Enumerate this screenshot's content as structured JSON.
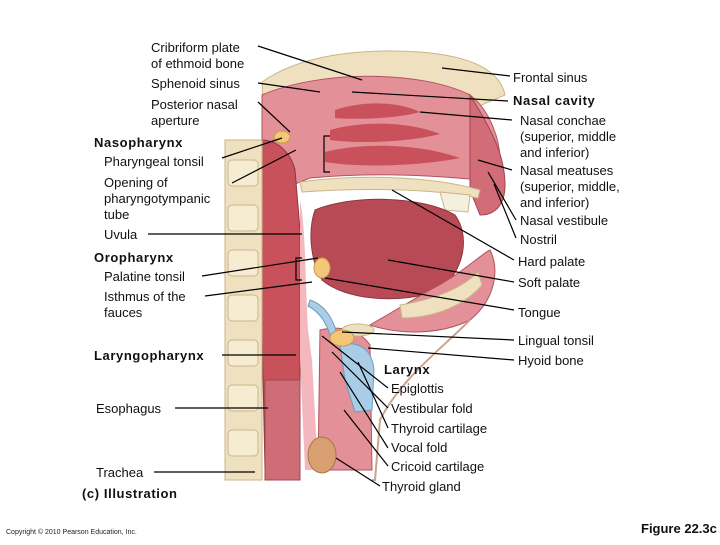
{
  "labels": {
    "left": {
      "cribriform": "Cribriform plate\nof ethmoid bone",
      "sphenoid_sinus": "Sphenoid sinus",
      "posterior_nasal_aperture": "Posterior nasal\naperture",
      "nasopharynx": "Nasopharynx",
      "pharyngeal_tonsil": "Pharyngeal tonsil",
      "opening_tube": "Opening of\npharyngotympanic\ntube",
      "uvula": "Uvula",
      "oropharynx": "Oropharynx",
      "palatine_tonsil": "Palatine tonsil",
      "isthmus": "Isthmus of the\nfauces",
      "laryngopharynx": "Laryngopharynx",
      "esophagus": "Esophagus",
      "trachea": "Trachea",
      "illustration": "(c) Illustration"
    },
    "right": {
      "frontal_sinus": "Frontal sinus",
      "nasal_cavity": "Nasal cavity",
      "nasal_conchae": "Nasal conchae\n(superior, middle\nand inferior)",
      "nasal_meatuses": "Nasal meatuses\n(superior, middle,\nand inferior)",
      "nasal_vestibule": "Nasal vestibule",
      "nostril": "Nostril",
      "hard_palate": "Hard palate",
      "soft_palate": "Soft palate",
      "tongue": "Tongue",
      "lingual_tonsil": "Lingual tonsil",
      "hyoid_bone": "Hyoid bone"
    },
    "center": {
      "larynx": "Larynx",
      "epiglottis": "Epiglottis",
      "vestibular_fold": "Vestibular fold",
      "thyroid_cartilage": "Thyroid cartilage",
      "vocal_fold": "Vocal fold",
      "cricoid_cartilage": "Cricoid cartilage",
      "thyroid_gland": "Thyroid gland"
    }
  },
  "footer": {
    "copyright": "Copyright © 2010 Pearson Education, Inc.",
    "figure": "Figure 22.3c"
  },
  "colors": {
    "muscle": "#c8515c",
    "mucosa": "#e49098",
    "bone": "#efe1bf",
    "tongue": "#b84a55",
    "cartilage": "#a9cde6",
    "tonsil": "#f2c77a"
  }
}
